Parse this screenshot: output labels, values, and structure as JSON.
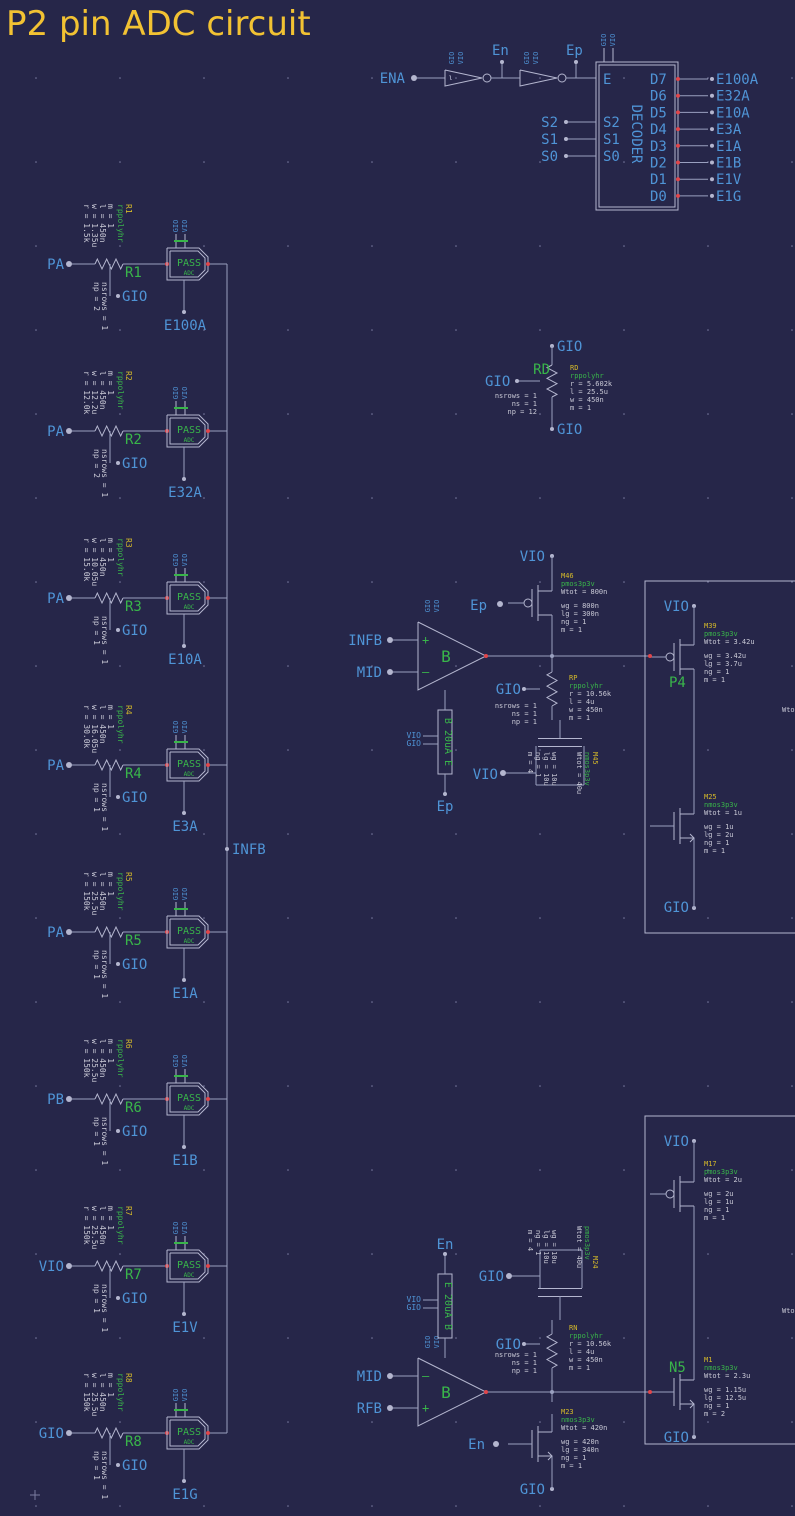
{
  "title": "P2 pin ADC circuit",
  "colors": {
    "background": "#262649",
    "title": "#f2c233",
    "wire": "#9aa0c0",
    "symbol": "#b4b6cf",
    "pin_label": "#4f94d6",
    "instance_label": "#39b54a",
    "param": "#c9c9d6",
    "small_name": "#d4b92a",
    "pin_dot": "#e0464b",
    "grid": "#7a7ca0"
  },
  "decoder": {
    "name": "DECODER",
    "enable_net": "ENA",
    "en_label": "En",
    "ep_label": "Ep",
    "e_pin": "E",
    "select_inputs": [
      "S2",
      "S1",
      "S0"
    ],
    "outputs": [
      {
        "pin": "D7",
        "net": "E100A"
      },
      {
        "pin": "D6",
        "net": "E32A"
      },
      {
        "pin": "D5",
        "net": "E10A"
      },
      {
        "pin": "D4",
        "net": "E3A"
      },
      {
        "pin": "D3",
        "net": "E1A"
      },
      {
        "pin": "D2",
        "net": "E1B"
      },
      {
        "pin": "D1",
        "net": "E1V"
      },
      {
        "pin": "D0",
        "net": "E1G"
      }
    ],
    "supply": [
      "VIO",
      "GIO"
    ]
  },
  "pass_label": "PASS",
  "pass_sub": "ADC",
  "bus_net": "INFB",
  "supply_vio": "VIO",
  "supply_gio": "GIO",
  "channels": [
    {
      "net": "PA",
      "res": "R1",
      "model": "rppolyhr",
      "params": [
        "r = 1.5k",
        "w = 1.35u",
        "l = 450n",
        "m = 1"
      ],
      "bottom": [
        "np = 2",
        "nsrows = 1"
      ],
      "enable": "E100A"
    },
    {
      "net": "PA",
      "res": "R2",
      "model": "rppolyhr",
      "params": [
        "r = 12.0k",
        "w = 12.2u",
        "l = 450n",
        "m = 1"
      ],
      "bottom": [
        "np = 2",
        "nsrows = 1"
      ],
      "enable": "E32A"
    },
    {
      "net": "PA",
      "res": "R3",
      "model": "rppolyhr",
      "params": [
        "r = 15.0k",
        "w = 10.05u",
        "l = 450n",
        "m = 1"
      ],
      "bottom": [
        "np = 1",
        "nsrows = 1"
      ],
      "enable": "E10A"
    },
    {
      "net": "PA",
      "res": "R4",
      "model": "rppolyhr",
      "params": [
        "r = 30.0k",
        "w = 16.05u",
        "l = 450n",
        "m = 1"
      ],
      "bottom": [
        "np = 1",
        "nsrows = 1"
      ],
      "enable": "E3A"
    },
    {
      "net": "PA",
      "res": "R5",
      "model": "rppolyhr",
      "params": [
        "r = 150k",
        "w = 25.5u",
        "l = 450n",
        "m = 1"
      ],
      "bottom": [
        "np = 1",
        "nsrows = 1"
      ],
      "enable": "E1A"
    },
    {
      "net": "PB",
      "res": "R6",
      "model": "rppolyhr",
      "params": [
        "r = 150k",
        "w = 25.5u",
        "l = 450n",
        "m = 1"
      ],
      "bottom": [
        "np = 1",
        "nsrows = 1"
      ],
      "enable": "E1B"
    },
    {
      "net": "VIO",
      "res": "R7",
      "model": "rppolyhr",
      "params": [
        "r = 150k",
        "w = 25.5u",
        "l = 450n",
        "m = 1"
      ],
      "bottom": [
        "np = 1",
        "nsrows = 1"
      ],
      "enable": "E1V"
    },
    {
      "net": "GIO",
      "res": "R8",
      "model": "rppolyhr",
      "params": [
        "r = 150k",
        "w = 25.5u",
        "l = 450n",
        "m = 1"
      ],
      "bottom": [
        "np = 1",
        "nsrows = 1"
      ],
      "enable": "E1G"
    }
  ],
  "rd": {
    "inst": "RD",
    "small": "RD",
    "params": [
      "rppolyhr",
      "r = 5.602k",
      "l = 25.5u",
      "w = 450n",
      "m = 1"
    ],
    "left": [
      "nsrows = 1",
      "ns = 1",
      "np = 12"
    ],
    "top": "GIO",
    "bottom": "GIO",
    "side": "GIO"
  },
  "amp_top": {
    "inputs": [
      "INFB",
      "MID"
    ],
    "symbol": "B",
    "bias": "B 20uA E",
    "en": "Ep",
    "m46": {
      "name": "M46",
      "params": [
        "pmos3p3v",
        "Wtot = 800n"
      ],
      "extra": [
        "wg = 800n",
        "lg = 300n",
        "ng = 1",
        "m = 1"
      ],
      "gate": "Ep",
      "source": "VIO"
    },
    "rp": {
      "name": "RP",
      "params": [
        "rppolyhr",
        "r = 10.56k",
        "l = 4u",
        "w = 450n",
        "m = 1"
      ],
      "left": [
        "nsrows = 1",
        "ns = 1",
        "np = 1"
      ],
      "side": "GIO"
    },
    "m45": {
      "name": "M45",
      "params": [
        "nmos3p3v",
        "Wtot = 40u"
      ],
      "extra": [
        "wg = 10u",
        "lg = 10u",
        "ng = 1",
        "m = 4"
      ],
      "gate": "VIO"
    },
    "m39": {
      "name": "M39",
      "inst": "P4",
      "params": [
        "pmos3p3v",
        "Wtot = 3.42u"
      ],
      "extra": [
        "wg = 3.42u",
        "lg = 3.7u",
        "ng = 1",
        "m = 1"
      ],
      "source": "VIO"
    },
    "m25": {
      "name": "M25",
      "params": [
        "nmos3p3v",
        "Wtot = 1u"
      ],
      "extra": [
        "wg = 1u",
        "lg = 2u",
        "ng = 1",
        "m = 1"
      ],
      "source": "GIO"
    },
    "side_cut": "Wtot"
  },
  "amp_bot": {
    "inputs": [
      "MID",
      "RFB"
    ],
    "symbol": "B",
    "bias": "E 20uA B",
    "en": "En",
    "m24": {
      "name": "M24",
      "params": [
        "pmos3p3v",
        "Wtot = 40u"
      ],
      "extra": [
        "wg = 10u",
        "lg = 10u",
        "ng = 1",
        "m = 4"
      ],
      "gate": "GIO"
    },
    "rn": {
      "name": "RN",
      "params": [
        "rppolyhr",
        "r = 10.56k",
        "l = 4u",
        "w = 450n",
        "m = 1"
      ],
      "left": [
        "nsrows = 1",
        "ns = 1",
        "np = 1"
      ],
      "side": "GIO"
    },
    "m23": {
      "name": "M23",
      "params": [
        "nmos3p3v",
        "Wtot = 420n"
      ],
      "extra": [
        "wg = 420n",
        "lg = 340n",
        "ng = 1",
        "m = 1"
      ],
      "gate": "En",
      "source": "GIO"
    },
    "m17": {
      "name": "M17",
      "params": [
        "pmos3p3v",
        "Wtot = 2u"
      ],
      "extra": [
        "wg = 2u",
        "lg = 1u",
        "ng = 1",
        "m = 1"
      ],
      "source": "VIO"
    },
    "m1": {
      "name": "M1",
      "inst": "N5",
      "params": [
        "nmos3p3v",
        "Wtot = 2.3u"
      ],
      "extra": [
        "wg = 1.15u",
        "lg = 12.5u",
        "ng = 1",
        "m = 2"
      ],
      "source": "GIO"
    },
    "side_cut": "Wtot"
  }
}
